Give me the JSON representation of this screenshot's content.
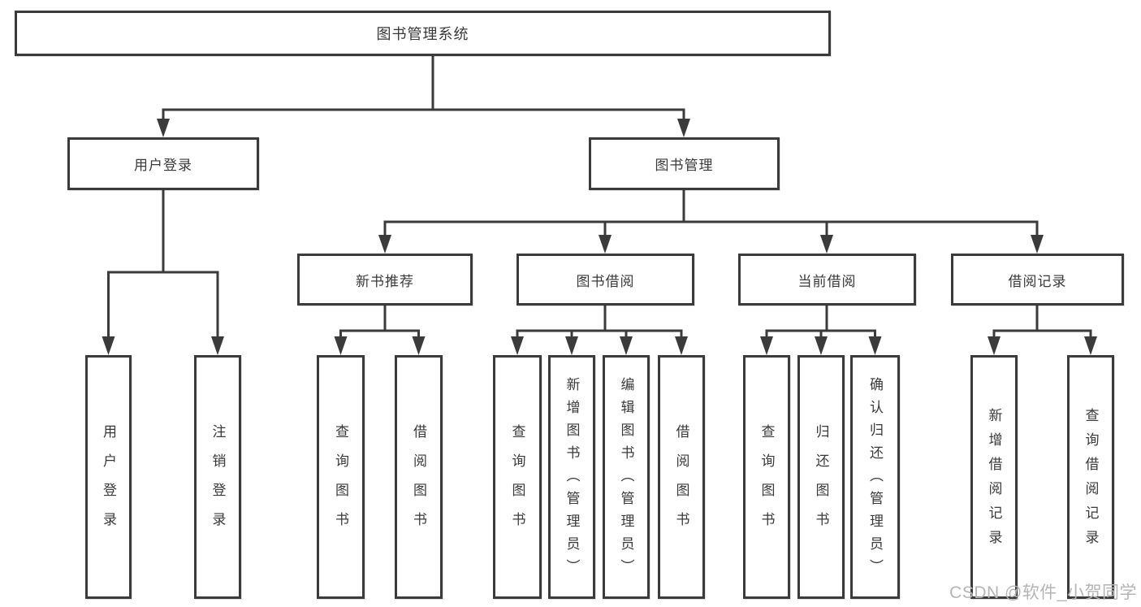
{
  "diagram": {
    "tree": {
      "label": "图书管理系统",
      "children": [
        {
          "label": "用户登录",
          "children": [
            {
              "label": "用户登录"
            },
            {
              "label": "注销登录"
            }
          ]
        },
        {
          "label": "图书管理",
          "children": [
            {
              "label": "新书推荐",
              "children": [
                {
                  "label": "查询图书"
                },
                {
                  "label": "借阅图书"
                }
              ]
            },
            {
              "label": "图书借阅",
              "children": [
                {
                  "label": "查询图书"
                },
                {
                  "label": "新增图书（管理员）"
                },
                {
                  "label": "编辑图书（管理员）"
                },
                {
                  "label": "借阅图书"
                }
              ]
            },
            {
              "label": "当前借阅",
              "children": [
                {
                  "label": "查询图书"
                },
                {
                  "label": "归还图书"
                },
                {
                  "label": "确认归还（管理员）"
                }
              ]
            },
            {
              "label": "借阅记录",
              "children": [
                {
                  "label": "新增借阅记录"
                },
                {
                  "label": "查询借阅记录"
                }
              ]
            }
          ]
        }
      ]
    },
    "colors": {
      "line": "#3b3b3b",
      "text": "#3a3a3a",
      "box_fill": "#ffffff"
    }
  },
  "watermark": {
    "text": "CSDN @软件_小贺同学",
    "color": "#b5b5b5"
  }
}
